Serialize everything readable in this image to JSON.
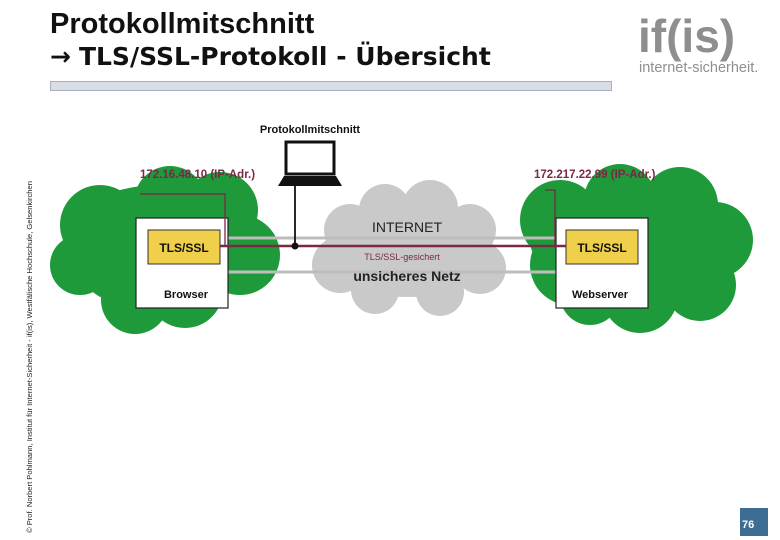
{
  "header": {
    "title": "Protokollmitschnitt",
    "subtitle_arrow": "→",
    "subtitle": "TLS/SSL-Protokoll - Übersicht"
  },
  "logo": {
    "brand": "if(is)",
    "tagline": "internet-sicherheit."
  },
  "sidebar": {
    "copyright": "© Prof. Norbert Pohlmann, Institut für Internet-Sicherheit - if(is), Westfälische Hochschule, Gelsenkirchen"
  },
  "diagram": {
    "sniffer_label": "Protokollmitschnitt",
    "left_ip": "172.16.48.10 (IP-Adr.)",
    "right_ip": "172.217.22.99 (IP-Adr.)",
    "left_layer": "TLS/SSL",
    "right_layer": "TLS/SSL",
    "left_host": "Browser",
    "right_host": "Webserver",
    "internet_label": "INTERNET",
    "channel_label": "TLS/SSL-gesichert",
    "network_label": "unsicheres Netz"
  },
  "colors": {
    "cloud_green": "#1e9a3a",
    "cloud_gray": "#c9c9c9",
    "ip_text": "#7a2845",
    "secure_line": "#7a2845",
    "tls_box": "#f0cf4a",
    "logo_gray": "#8e8e8e",
    "logo_red": "#b3122a",
    "page_badge": "#3d6d93"
  },
  "footer": {
    "page_number": "76"
  }
}
